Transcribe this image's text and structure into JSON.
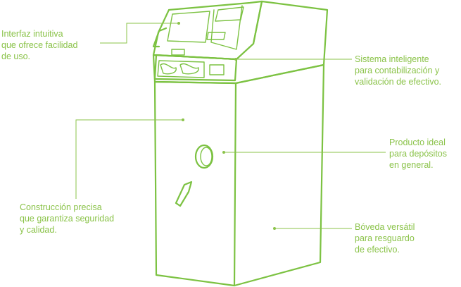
{
  "colors": {
    "accent": "#7cc242",
    "text": "#8bc34a",
    "background": "#ffffff"
  },
  "callouts": [
    {
      "id": "interfaz",
      "lines": [
        "Interfaz intuitiva",
        "que ofrece facilidad",
        "de uso."
      ]
    },
    {
      "id": "sistema",
      "lines": [
        "Sistema inteligente",
        "para contabilización y",
        "validación de efectivo."
      ]
    },
    {
      "id": "producto",
      "lines": [
        "Producto ideal",
        "para depósitos",
        "en general."
      ]
    },
    {
      "id": "construccion",
      "lines": [
        "Construcción precisa",
        "que garantiza seguridad",
        "y calidad."
      ]
    },
    {
      "id": "boveda",
      "lines": [
        "Bóveda versátil",
        "para resguardo",
        "de efectivo."
      ]
    }
  ]
}
